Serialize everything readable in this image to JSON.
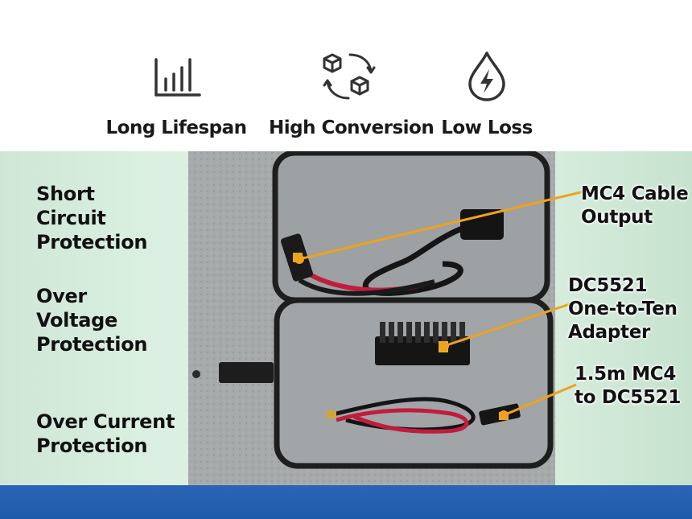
{
  "features": [
    {
      "icon": "bar-chart-icon",
      "label": "Long Lifespan"
    },
    {
      "icon": "conversion-cycle-icon",
      "label": "High Conversion"
    },
    {
      "icon": "water-drop-bolt-icon",
      "label": "Low Loss"
    }
  ],
  "protections": [
    "Short\nCircuit\nProtection",
    "Over\nVoltage\nProtection",
    "Over Current\nProtection"
  ],
  "callouts": [
    "MC4 Cable\nOutput",
    "DC5521\n One-to-Ten\n  Adapter",
    "1.5m MC4\nto DC5521"
  ],
  "colors": {
    "accent": "#f0a21c",
    "bottom_bar": "#1e5aaa",
    "pouch_gray": "#9a9ea0"
  }
}
